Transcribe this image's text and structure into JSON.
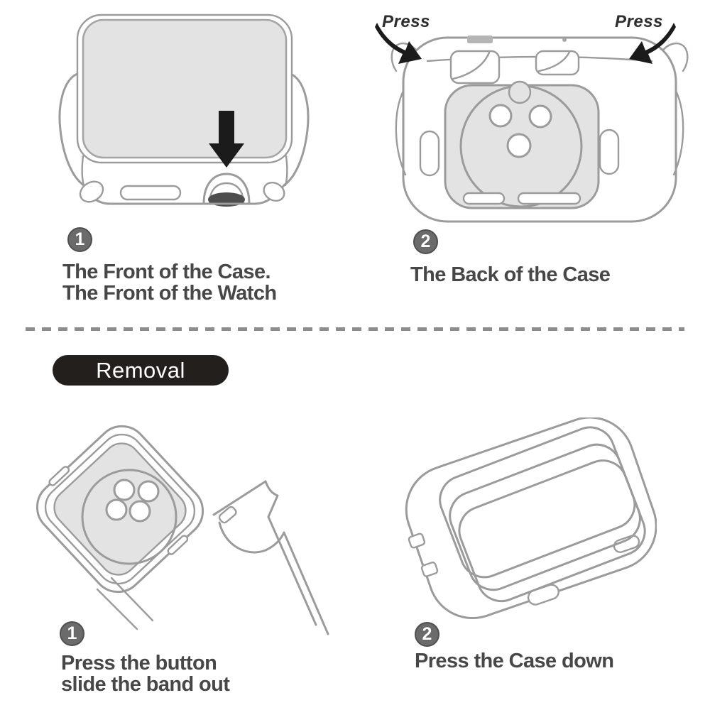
{
  "colors": {
    "line": "#9b9b9b",
    "fill_gray": "#e3e3e3",
    "text": "#474747",
    "badge_bg": "#6b6b6b",
    "badge_text": "#ffffff",
    "pill_bg": "#221f1c",
    "pill_text": "#ffffff",
    "arrow": "#1b1b1b",
    "divider": "#8d8d8d"
  },
  "install": {
    "step1": {
      "badge": "1",
      "caption_line1": "The Front of the Case.",
      "caption_line2": "The Front of the Watch"
    },
    "step2": {
      "badge": "2",
      "caption": "The Back of the Case",
      "press_left_label": "Press",
      "press_right_label": "Press"
    }
  },
  "removal": {
    "section_label": "Removal",
    "step1": {
      "badge": "1",
      "caption_line1": "Press the button",
      "caption_line2": "slide the band out"
    },
    "step2": {
      "badge": "2",
      "caption": "Press the Case down"
    }
  }
}
